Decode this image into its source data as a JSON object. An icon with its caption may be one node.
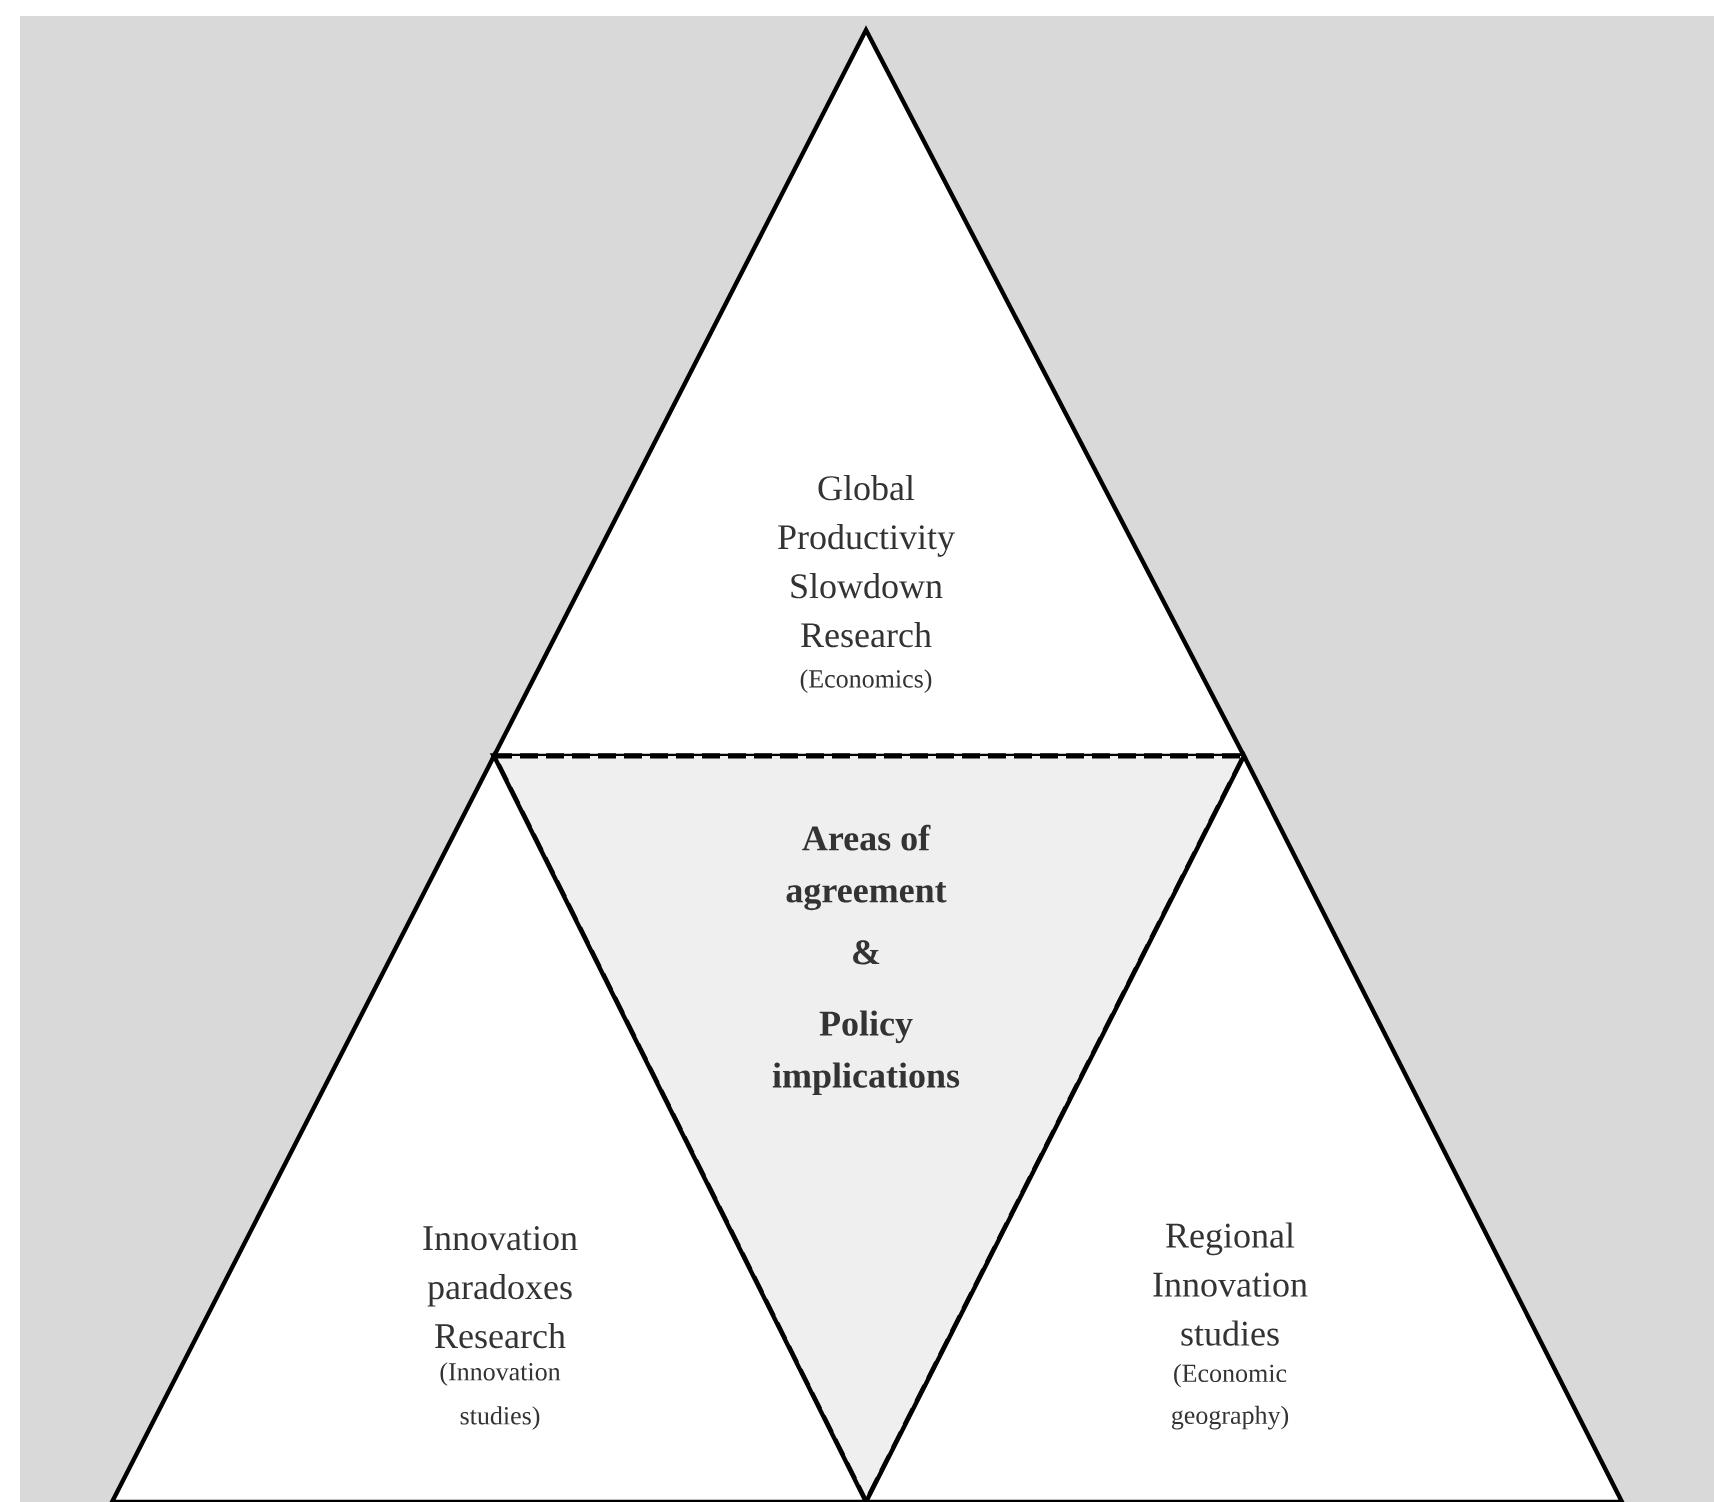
{
  "diagram": {
    "nodes": [
      {
        "text": [
          "Global Productivity Slowdown Research",
          "(Economics)"
        ]
      },
      {
        "text": [
          "Areas of agreement",
          "&",
          "Policy implications"
        ]
      },
      {
        "text": [
          "Innovation paradoxes Research",
          "(Innovation studies)"
        ]
      },
      {
        "text": [
          "Regional Innovation studies",
          "(Economic geography)"
        ]
      }
    ]
  }
}
